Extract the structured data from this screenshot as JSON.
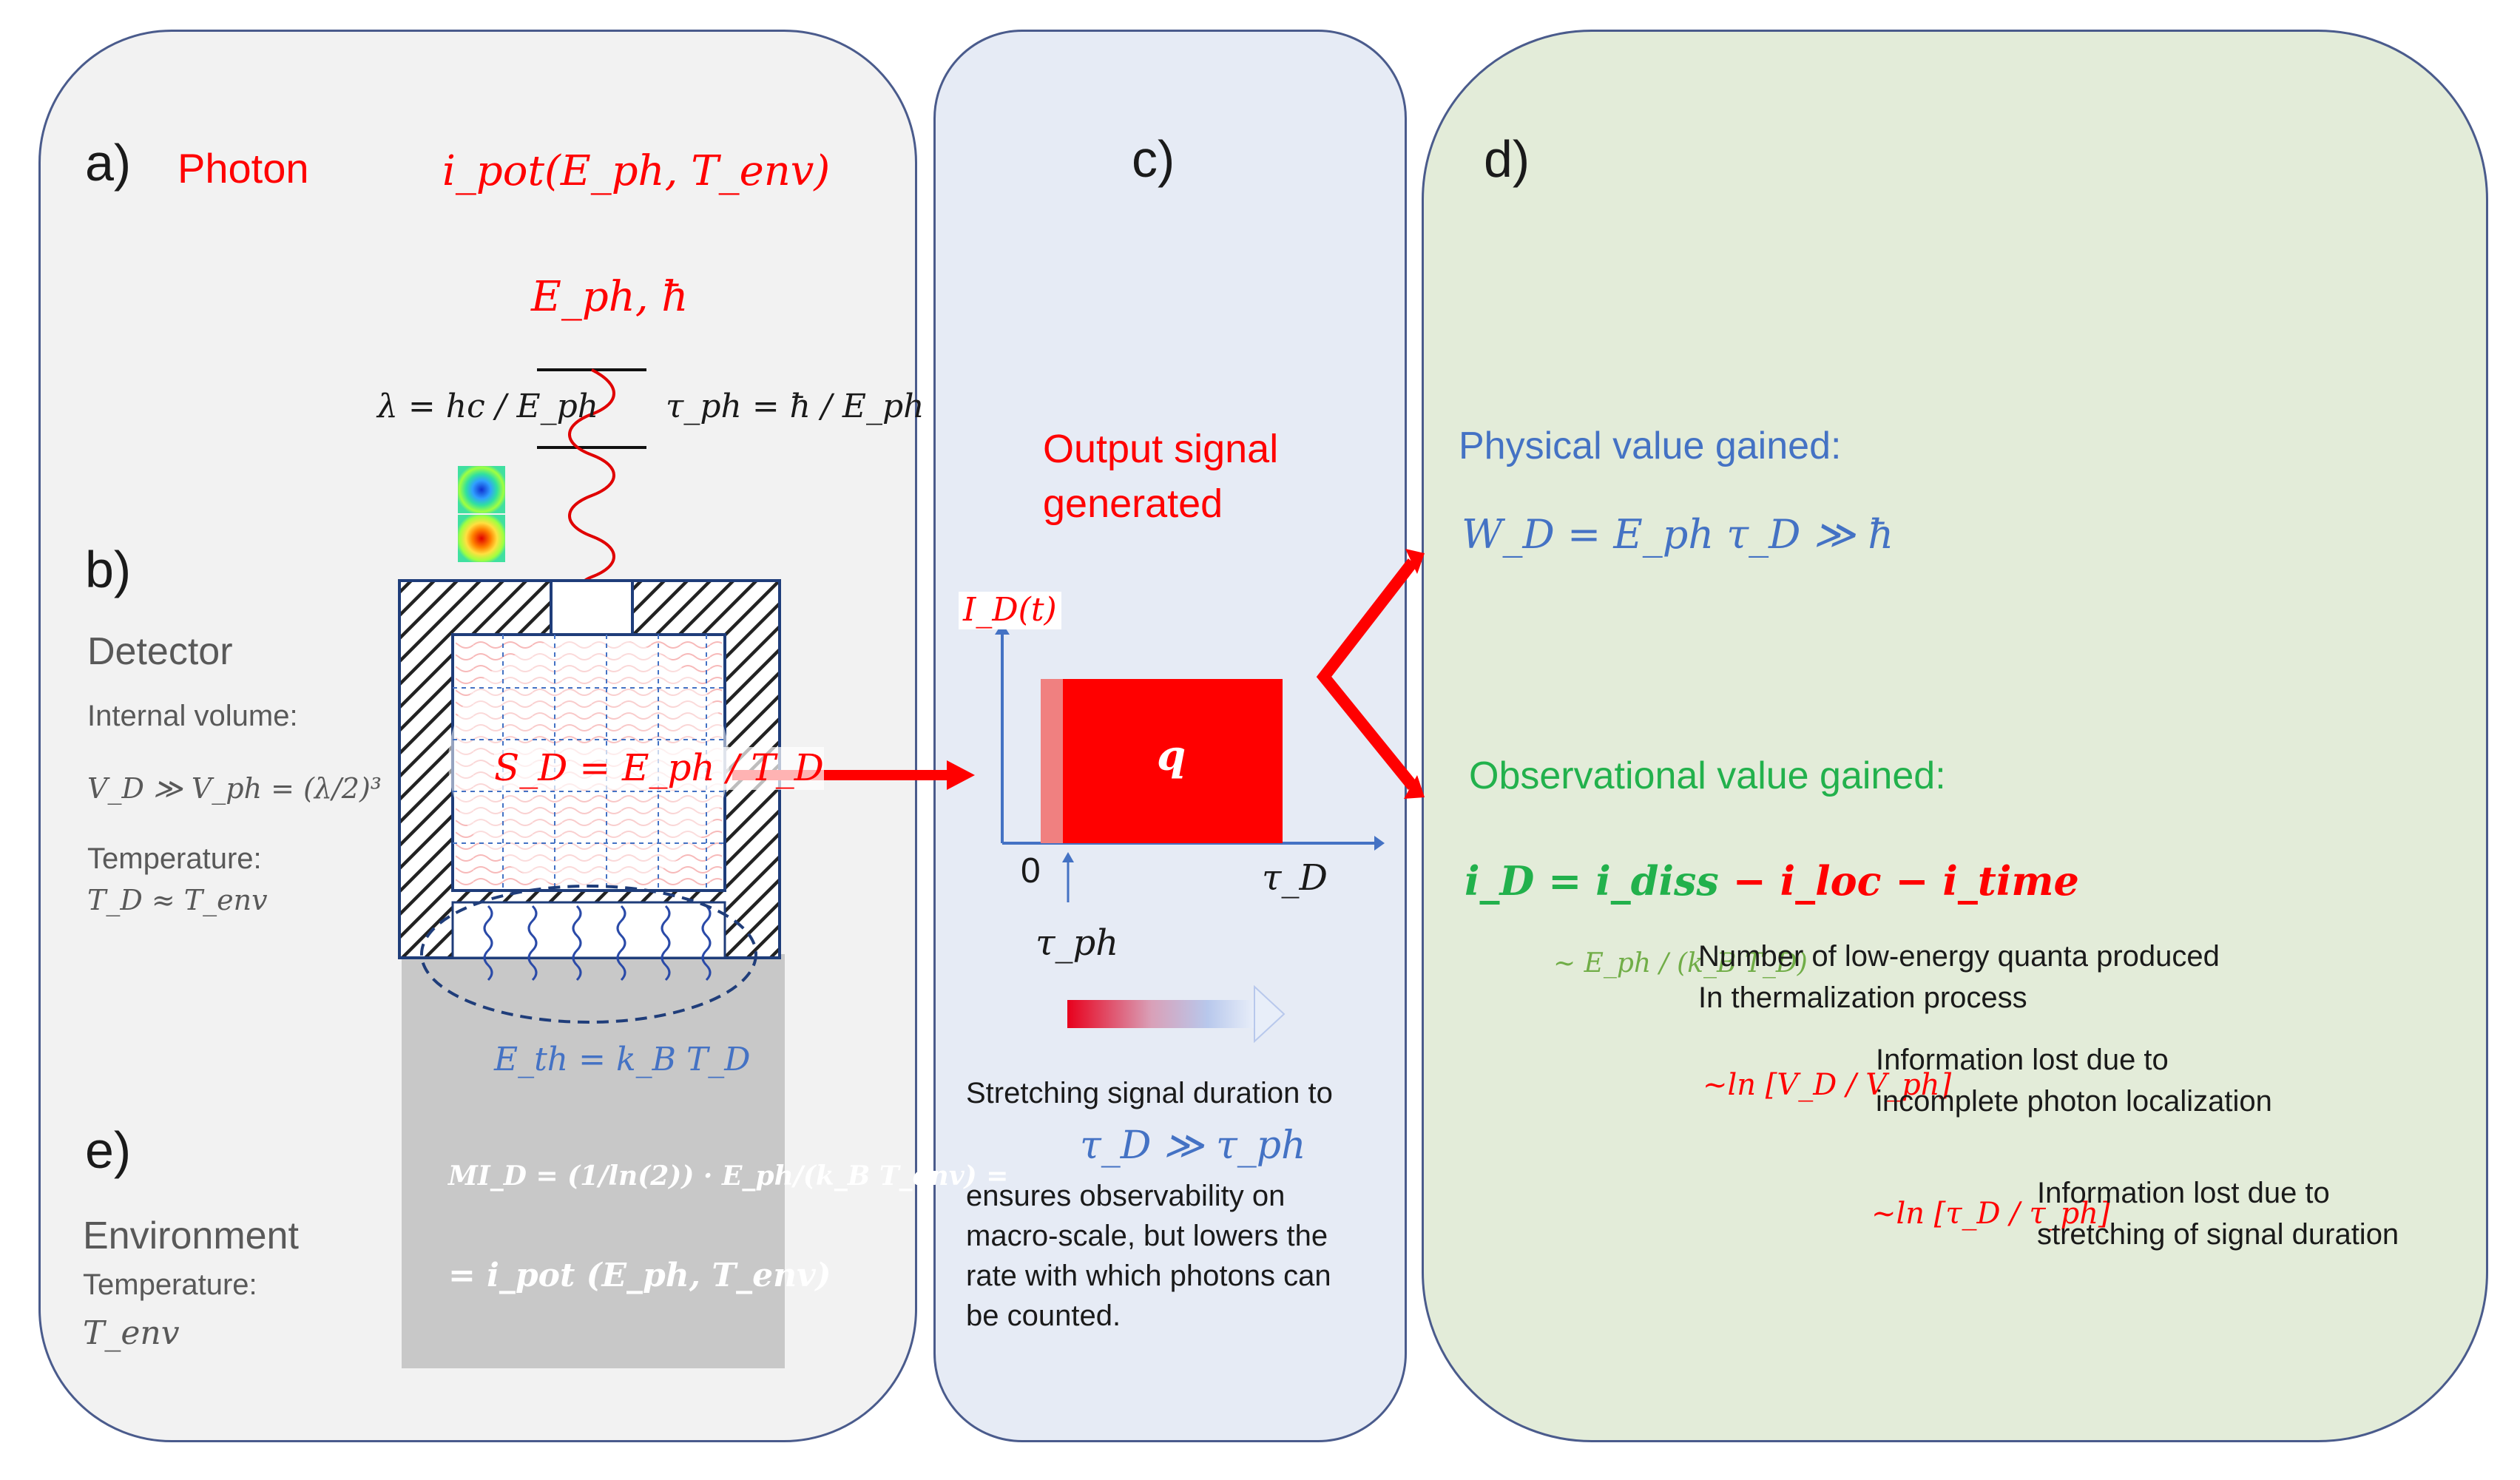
{
  "panel_a": {
    "label": "a)",
    "title": "Photon",
    "ipot": "i_pot(E_ph, T_env)",
    "photon_energy": "E_ph, ħ",
    "lambda_formula": "λ = hc / E_ph",
    "tau_formula": "τ_ph = ħ / E_ph"
  },
  "panel_b": {
    "label": "b)",
    "title": "Detector",
    "volume_label": "Internal volume:",
    "volume_formula": "V_D ≫ V_ph = (λ/2)³",
    "temperature_label": "Temperature:",
    "temperature_formula": "T_D ≈ T_env",
    "entropy_formula": "S_D = E_ph / T_D",
    "thermal_energy": "E_th = k_B T_D"
  },
  "panel_e": {
    "label": "e)",
    "title": "Environment",
    "temperature_label": "Temperature:",
    "temperature_symbol": "T_env",
    "mi_formula_line1": "MI_D = (1/ln(2)) · E_ph/(k_B T_env) =",
    "mi_formula_line2": "= i_pot (E_ph, T_env)"
  },
  "panel_c": {
    "label": "c)",
    "title_line1": "Output signal",
    "title_line2": "generated",
    "y_axis_label": "I_D(t)",
    "origin_label": "0",
    "x_end_label": "τ_D",
    "tau_ph_label": "τ_ph",
    "pulse_label": "q",
    "desc_line1": "Stretching signal duration to",
    "desc_formula": "τ_D ≫ τ_ph",
    "desc_line2": "ensures observability on",
    "desc_line3": "macro-scale, but lowers the",
    "desc_line4": "rate with which photons can",
    "desc_line5": "be counted."
  },
  "panel_d": {
    "label": "d)",
    "physical_title": "Physical value gained:",
    "physical_formula": "W_D = E_ph τ_D ≫ ħ",
    "observational_title": "Observational value gained:",
    "info_formula_prefix": "i_D = i_diss",
    "info_formula_suffix": "− i_loc − i_time",
    "term1_formula": "~ E_ph / (k_B T_D)",
    "term1_line1": "Number of low-energy quanta produced",
    "term1_line2": "In thermalization process",
    "term2_formula": "~ln [V_D / V_ph]",
    "term2_line1": "Information lost due to",
    "term2_line2": "incomplete photon localization",
    "term3_formula": "~ln [τ_D / τ_ph]",
    "term3_line1": "Information lost due to",
    "term3_line2": "stretching of signal duration"
  },
  "colors": {
    "photon_red": "#ff0000",
    "detector_blue": "#4472c4",
    "observational_green": "#22b14c",
    "panel_a_bg": "#f2f2f2",
    "panel_c_bg": "#e6ebf5",
    "panel_d_bg": "#e3ecd9",
    "environment_gray": "#c8c8c8"
  },
  "icons": [
    "photon-wave-icon",
    "mode-pattern-icon",
    "detector-cavity-icon",
    "signal-arrow-icon",
    "branch-arrow-icon",
    "gradient-arrow-icon"
  ]
}
